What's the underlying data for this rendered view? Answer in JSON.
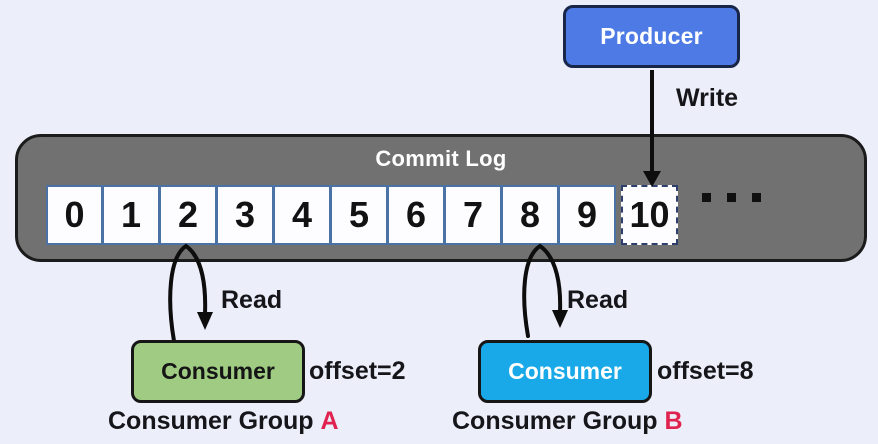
{
  "producer": {
    "label": "Producer"
  },
  "write_label": "Write",
  "commit_log": {
    "title": "Commit Log",
    "cells": [
      "0",
      "1",
      "2",
      "3",
      "4",
      "5",
      "6",
      "7",
      "8",
      "9",
      "10"
    ],
    "next_slot_index": 10,
    "ellipsis_dot_count": 3
  },
  "read_label_a": "Read",
  "read_label_b": "Read",
  "consumer_a": {
    "label": "Consumer",
    "offset": "offset=2",
    "group_prefix": "Consumer Group ",
    "group_letter": "A"
  },
  "consumer_b": {
    "label": "Consumer",
    "offset": "offset=8",
    "group_prefix": "Consumer Group ",
    "group_letter": "B"
  },
  "colors": {
    "background": "#eceff9",
    "producer_fill": "#4e7ae6",
    "commit_log_fill": "#717171",
    "cell_border": "#4a72a4",
    "consumer_a_fill": "#9fcb83",
    "consumer_b_fill": "#19a9e8",
    "group_letter_red": "#e0234e",
    "arrow_black": "#0d0d0d"
  }
}
